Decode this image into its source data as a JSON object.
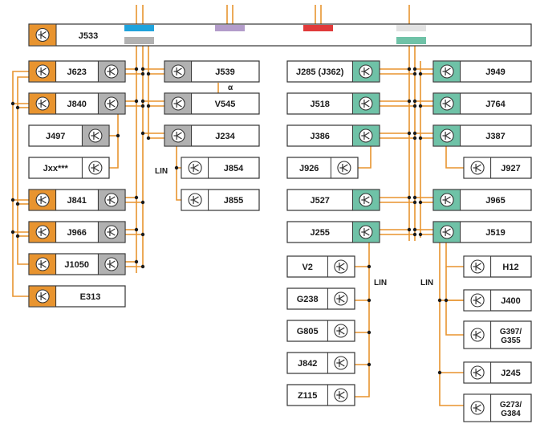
{
  "colors": {
    "orange": "#e8942f",
    "teal": "#6fc2a7",
    "gray": "#b1b1b1",
    "blue": "#1fa3dc",
    "purple": "#b39cca",
    "red": "#e03a3a",
    "light_gray": "#e2e2e2",
    "wire": "#e8942f"
  },
  "icon": "ecu-module-icon",
  "gateway": {
    "label": "J533"
  },
  "bus_free_labels": {
    "lin_left": "LIN",
    "lin_right_a": "LIN",
    "lin_right_b": "LIN",
    "alpha": "α"
  },
  "left_column": [
    {
      "label": "J623"
    },
    {
      "label": "J840"
    },
    {
      "label": "J497"
    },
    {
      "label": "Jxx***"
    },
    {
      "label": "J841"
    },
    {
      "label": "J966"
    },
    {
      "label": "J1050"
    },
    {
      "label": "E313"
    }
  ],
  "middle_column": [
    {
      "label": "J539"
    },
    {
      "label": "V545"
    },
    {
      "label": "J234"
    },
    {
      "label": "J854"
    },
    {
      "label": "J855"
    }
  ],
  "right_left_column": [
    {
      "label": "J285 (J362)"
    },
    {
      "label": "J518"
    },
    {
      "label": "J386"
    },
    {
      "label": "J926"
    },
    {
      "label": "J527"
    },
    {
      "label": "J255"
    },
    {
      "label": "V2"
    },
    {
      "label": "G238"
    },
    {
      "label": "G805"
    },
    {
      "label": "J842"
    },
    {
      "label": "Z115"
    }
  ],
  "right_right_column": [
    {
      "label": "J949"
    },
    {
      "label": "J764"
    },
    {
      "label": "J387"
    },
    {
      "label": "J927"
    },
    {
      "label": "J965"
    },
    {
      "label": "J519"
    },
    {
      "label": "H12"
    },
    {
      "label": "J400"
    },
    {
      "label": "G397/\nG355"
    },
    {
      "label": "J245"
    },
    {
      "label": "G273/\nG384"
    }
  ]
}
